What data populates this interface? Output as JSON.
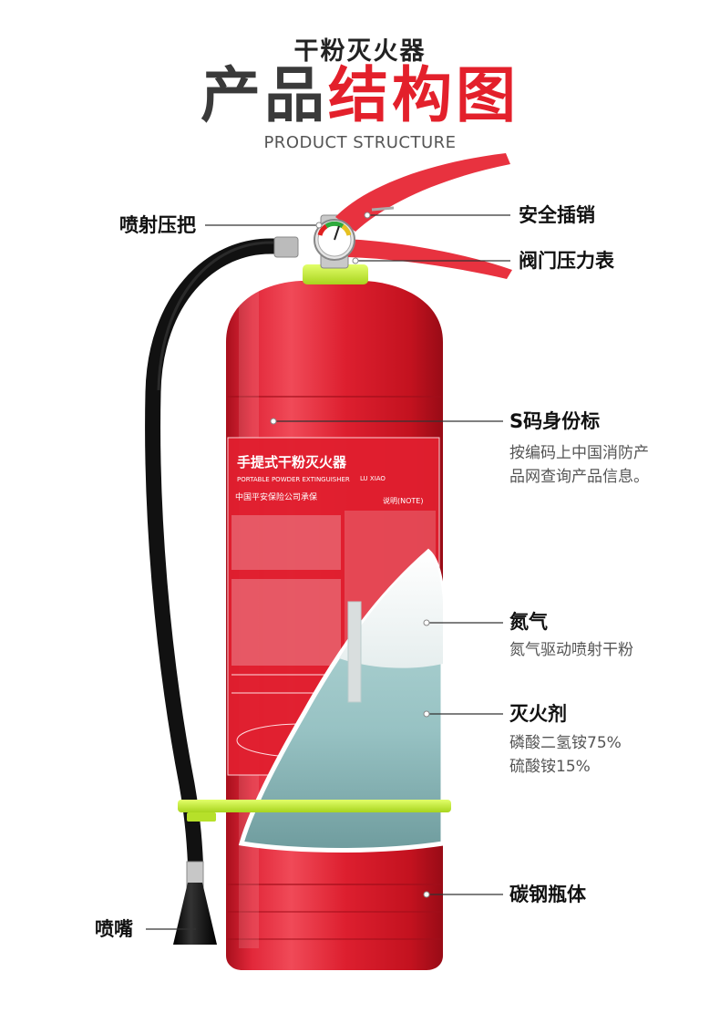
{
  "header": {
    "subtitle": "干粉灭火器",
    "title_dark": "产品",
    "title_red": "结构图",
    "title_en": "PRODUCT STRUCTURE"
  },
  "callouts": {
    "spray_handle": "喷射压把",
    "safety_pin": "安全插销",
    "pressure_gauge": "阀门压力表",
    "s_code": {
      "label": "S码身份标",
      "desc_lines": [
        "按编码上中国消防产",
        "品网查询产品信息。"
      ]
    },
    "nitrogen": {
      "label": "氮气",
      "desc": "氮气驱动喷射干粉"
    },
    "agent": {
      "label": "灭火剂",
      "desc_lines": [
        "磷酸二氢铵75%",
        "硫酸铵15%"
      ]
    },
    "cylinder": "碳钢瓶体",
    "nozzle": "喷嘴"
  },
  "product_label": {
    "title": "手提式干粉灭火器",
    "title_en": "PORTABLE POWDER EXTINGUISHER",
    "insurance": "中国平安保险公司承保",
    "brand_en": "LU XIAO",
    "note": "说明(NOTE)"
  },
  "colors": {
    "accent_red": "#e3202b",
    "body_red": "#d8192a",
    "clamp_green": "#c8f03a",
    "hose_black": "#111111",
    "powder_teal": "#a9cfd0"
  }
}
